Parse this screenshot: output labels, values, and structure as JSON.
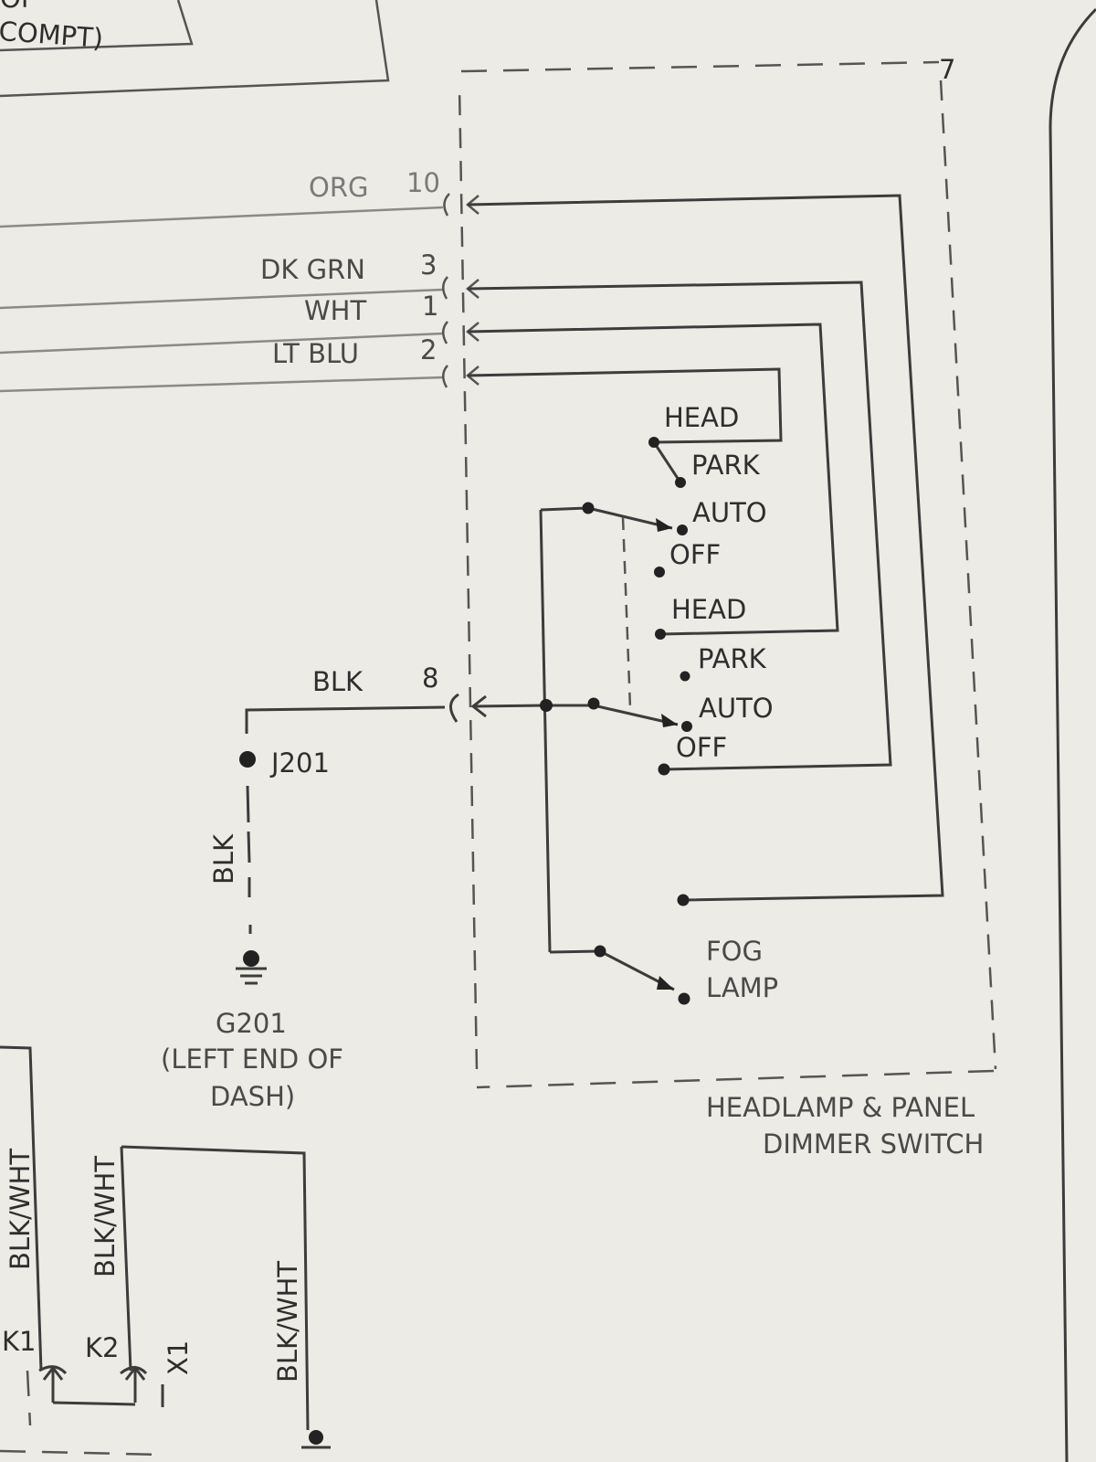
{
  "page_top": {
    "fragment_top": "OF",
    "fragment": "COMPT)"
  },
  "connectors": [
    {
      "wire": "ORG",
      "pin": "10"
    },
    {
      "wire": "DK GRN",
      "pin": "3"
    },
    {
      "wire": "WHT",
      "pin": "1"
    },
    {
      "wire": "LT BLU",
      "pin": "2"
    },
    {
      "wire": "BLK",
      "pin": "8"
    }
  ],
  "switch": {
    "box_pin_label": "7",
    "positions_a": [
      "HEAD",
      "PARK",
      "AUTO",
      "OFF"
    ],
    "positions_b": [
      "HEAD",
      "PARK",
      "AUTO",
      "OFF"
    ],
    "fog": [
      "FOG",
      "LAMP"
    ],
    "title": [
      "HEADLAMP & PANEL",
      "DIMMER SWITCH"
    ]
  },
  "ground": {
    "splice": "J201",
    "wire": "BLK",
    "name": "G201",
    "location": [
      "(LEFT END OF",
      "DASH)"
    ]
  },
  "lower_left": {
    "wires": [
      "BLK/WHT",
      "BLK/WHT",
      "BLK/WHT"
    ],
    "pins": [
      "K1",
      "K2",
      "X1"
    ]
  }
}
